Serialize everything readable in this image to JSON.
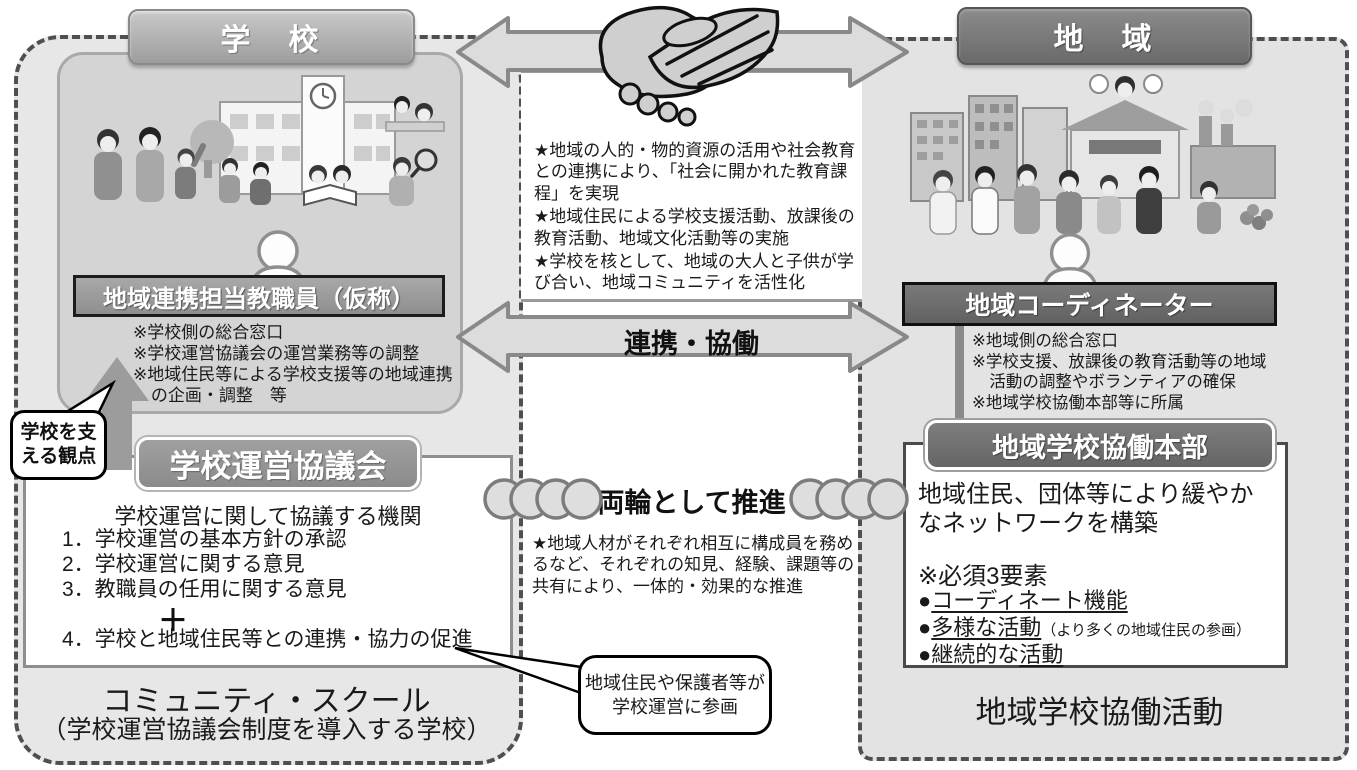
{
  "colors": {
    "school_header_gray": "#a6a6a6",
    "region_header_gray": "#6f6f6f",
    "staff_box_gray": "#989898",
    "coordinator_box_gray": "#696969",
    "arrow_fill": "#dcdcdc",
    "arrow_stroke": "#898989",
    "container_fill": "#e6e6e6",
    "dash_border": "#4f4f4f"
  },
  "school_side": {
    "header": "学　校",
    "staff_box": "地域連携担当教職員（仮称）",
    "staff_notes": [
      "※学校側の総合窓口",
      "※学校運営協議会の運営業務等の調整",
      "※地域住民等による学校支援等の地域連携の企画・調整　等"
    ],
    "support_bubble": {
      "line1": "学校を支",
      "line2": "える観点"
    },
    "council": {
      "title": "学校運営協議会",
      "subtitle": "学校運営に関して協議する機関",
      "item1": "1．学校運営の基本方針の承認",
      "item2": "2．学校運営に関する意見",
      "item3": "3．教職員の任用に関する意見",
      "plus": "＋",
      "item4": "4．学校と地域住民等との連携・協力の促進"
    },
    "footer_title": "コミュニティ・スクール",
    "footer_subtitle": "（学校運営協議会制度を導入する学校）"
  },
  "center": {
    "benefit1": "★地域の人的・物的資源の活用や社会教育との連携により、「社会に開かれた教育課程」を実現",
    "benefit2": "★地域住民による学校支援活動、放課後の教育活動、地域文化活動等の実施",
    "benefit3": "★学校を核として、地域の大人と子供が学び合い、地域コミュニティを活性化",
    "arrow_label": "連携・協働",
    "wheels_label": "両輪として推進",
    "wheels_note": "★地域人材がそれぞれ相互に構成員を務めるなど、それぞれの知見、経験、課題等の共有により、一体的・効果的な推進",
    "participation_bubble": {
      "line1": "地域住民や保護者等が",
      "line2": "学校運営に参画"
    }
  },
  "region_side": {
    "header": "地　域",
    "coordinator_box": "地域コーディネーター",
    "coordinator_notes": [
      "※地域側の総合窓口",
      "※学校支援、放課後の教育活動等の地域活動の調整やボランティアの確保",
      "※地域学校協働本部等に所属"
    ],
    "hq": {
      "title": "地域学校協働本部",
      "description": "地域住民、団体等により緩やかなネットワークを構築",
      "required_label": "※必須3要素",
      "bullet": "●",
      "element1": "コーディネート機能",
      "element2": "多様な活動",
      "element2_note": "（より多くの地域住民の参画）",
      "element3_prefix": "継続的な",
      "element3": "活動"
    },
    "footer_title": "地域学校協働活動"
  }
}
